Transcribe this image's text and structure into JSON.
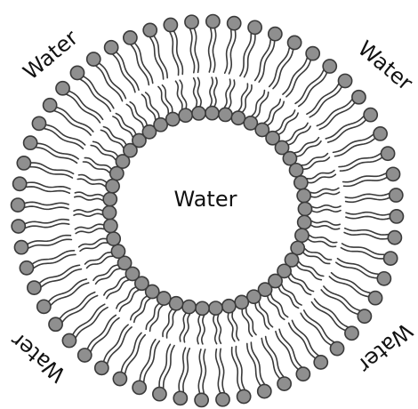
{
  "labels": {
    "center": "Water",
    "top_left": "Water",
    "top_right": "Water",
    "bottom_left": "Water",
    "bottom_right": "Water"
  },
  "vesicle": {
    "outer_lipid_count": 56,
    "inner_lipid_count": 46,
    "head_color": "#8f8f8f",
    "head_stroke": "#3a3a3a",
    "tail_color": "#3a3a3a",
    "background": "#ffffff"
  }
}
